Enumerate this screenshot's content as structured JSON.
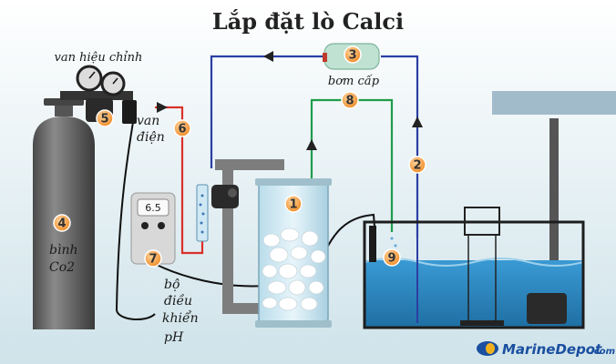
{
  "title": "Lắp đặt lò Calci",
  "labels": {
    "regulator": "van hiệu chỉnh",
    "solenoid_line1": "van",
    "solenoid_line2": "điện",
    "pump": "bơm cấp",
    "cylinder_line1": "bình",
    "cylinder_line2": "Co2",
    "controller_line1": "bộ",
    "controller_line2": "điều",
    "controller_line3": "khiển",
    "controller_line4": "pH",
    "ph_display": "6.5",
    "logo_text": "MarineDepot",
    "logo_suffix": ".com"
  },
  "markers": [
    "1",
    "2",
    "3",
    "4",
    "5",
    "6",
    "7",
    "8",
    "9"
  ],
  "colors": {
    "background_top": "#ffffff",
    "background_bottom": "#cfe3ea",
    "marker_fill": "#f29a3c",
    "tube_blue": "#2a3fa3",
    "tube_red": "#d9302b",
    "tube_green": "#1f9c4a",
    "water": "#2c88c4",
    "steel": "#6e6e6e"
  },
  "icons": [
    "arrow-left-icon",
    "arrow-right-icon",
    "arrow-up-icon",
    "gauge-icon",
    "fish-logo-icon"
  ]
}
